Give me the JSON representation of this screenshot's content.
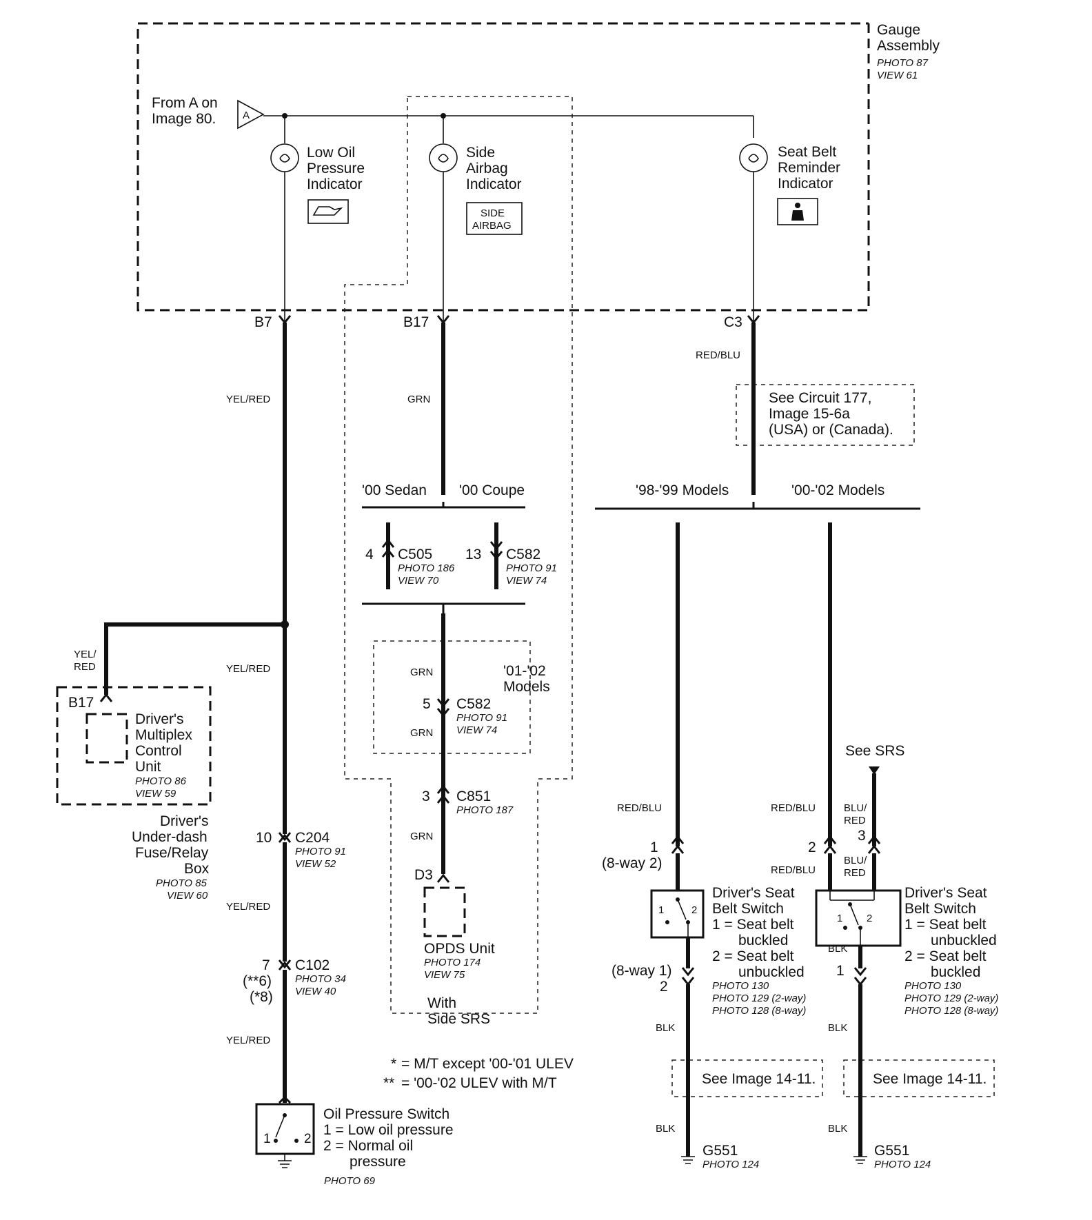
{
  "gauge": {
    "title_1": "Gauge",
    "title_2": "Assembly",
    "photo": "PHOTO 87",
    "view": "VIEW 61",
    "from_1": "From A on",
    "from_2": "Image 80.",
    "from_tag": "A"
  },
  "indicators": {
    "oil": {
      "l1": "Low Oil",
      "l2": "Pressure",
      "l3": "Indicator"
    },
    "airbag": {
      "l1": "Side",
      "l2": "Airbag",
      "l3": "Indicator",
      "badge_1": "SIDE",
      "badge_2": "AIRBAG"
    },
    "seatbelt": {
      "l1": "Seat Belt",
      "l2": "Reminder",
      "l3": "Indicator"
    }
  },
  "pins": {
    "b7": "B7",
    "b17": "B17",
    "c3": "C3"
  },
  "wires": {
    "yel_red": "YEL/RED",
    "grn": "GRN",
    "red_blu": "RED/BLU",
    "blk": "BLK",
    "yel": "YEL/",
    "red": "RED",
    "blu": "BLU/"
  },
  "circuit177": {
    "l1": "See Circuit 177,",
    "l2": "Image 15-6a",
    "l3": "(USA) or (Canada)."
  },
  "variants": {
    "sedan": "'00 Sedan",
    "coupe": "'00 Coupe",
    "m9899": "'98-'99 Models",
    "m0002": "'00-'02 Models",
    "m0102_1": "'01-'02",
    "m0102_2": "Models"
  },
  "connectors": {
    "c505": {
      "pin": "4",
      "name": "C505",
      "photo": "PHOTO 186",
      "view": "VIEW 70"
    },
    "c582a": {
      "pin": "13",
      "name": "C582",
      "photo": "PHOTO 91",
      "view": "VIEW 74"
    },
    "c582b": {
      "pin": "5",
      "name": "C582",
      "photo": "PHOTO 91",
      "view": "VIEW 74"
    },
    "c851": {
      "pin": "3",
      "name": "C851",
      "photo": "PHOTO 187"
    },
    "c204": {
      "pin": "10",
      "name": "C204",
      "photo": "PHOTO 91",
      "view": "VIEW 52"
    },
    "c102": {
      "pin": "7",
      "pin_alt1": "(**6)",
      "pin_alt2": "(*8)",
      "name": "C102",
      "photo": "PHOTO 34",
      "view": "VIEW 40"
    }
  },
  "mcu": {
    "pin": "B17",
    "l1": "Driver's",
    "l2": "Multiplex",
    "l3": "Control",
    "l4": "Unit",
    "photo": "PHOTO 86",
    "view": "VIEW 59"
  },
  "fusebox": {
    "l1": "Driver's",
    "l2": "Under-dash",
    "l3": "Fuse/Relay",
    "l4": "Box",
    "photo": "PHOTO 85",
    "view": "VIEW 60"
  },
  "opds": {
    "pin": "D3",
    "name": "OPDS Unit",
    "photo": "PHOTO 174",
    "view": "VIEW 75",
    "with_1": "With",
    "with_2": "Side SRS"
  },
  "footnotes": {
    "star": "*",
    "star_text": "=   M/T except '00-'01 ULEV",
    "dstar": "**",
    "dstar_text": "=   '00-'02 ULEV with M/T"
  },
  "oil_switch": {
    "name": "Oil Pressure Switch",
    "o1": "1 = Low oil pressure",
    "o2a": "2 = Normal oil",
    "o2b": "pressure",
    "photo": "PHOTO 69",
    "p1": "1",
    "p2": "2"
  },
  "seat_left": {
    "pin_top": "1",
    "pin_top_sub": "(8-way 2)",
    "pin_bot_sub": "(8-way 1)",
    "pin_bot": "2",
    "name_1": "Driver's Seat",
    "name_2": "Belt Switch",
    "o1a": "1 = Seat belt",
    "o1b": "buckled",
    "o2a": "2 = Seat belt",
    "o2b": "unbuckled",
    "ph1": "PHOTO 130",
    "ph2": "PHOTO 129 (2-way)",
    "ph3": "PHOTO 128 (8-way)",
    "p1": "1",
    "p2": "2"
  },
  "seat_right": {
    "pin_a": "2",
    "pin_b": "3",
    "pin_bot": "1",
    "name_1": "Driver's Seat",
    "name_2": "Belt Switch",
    "o1a": "1 = Seat belt",
    "o1b": "unbuckled",
    "o2a": "2 = Seat belt",
    "o2b": "buckled",
    "ph1": "PHOTO 130",
    "ph2": "PHOTO 129 (2-way)",
    "ph3": "PHOTO 128 (8-way)",
    "p1": "1",
    "p2": "2"
  },
  "see_srs": "See SRS",
  "see_image": "See Image 14-11.",
  "ground": {
    "name": "G551",
    "photo": "PHOTO 124"
  }
}
